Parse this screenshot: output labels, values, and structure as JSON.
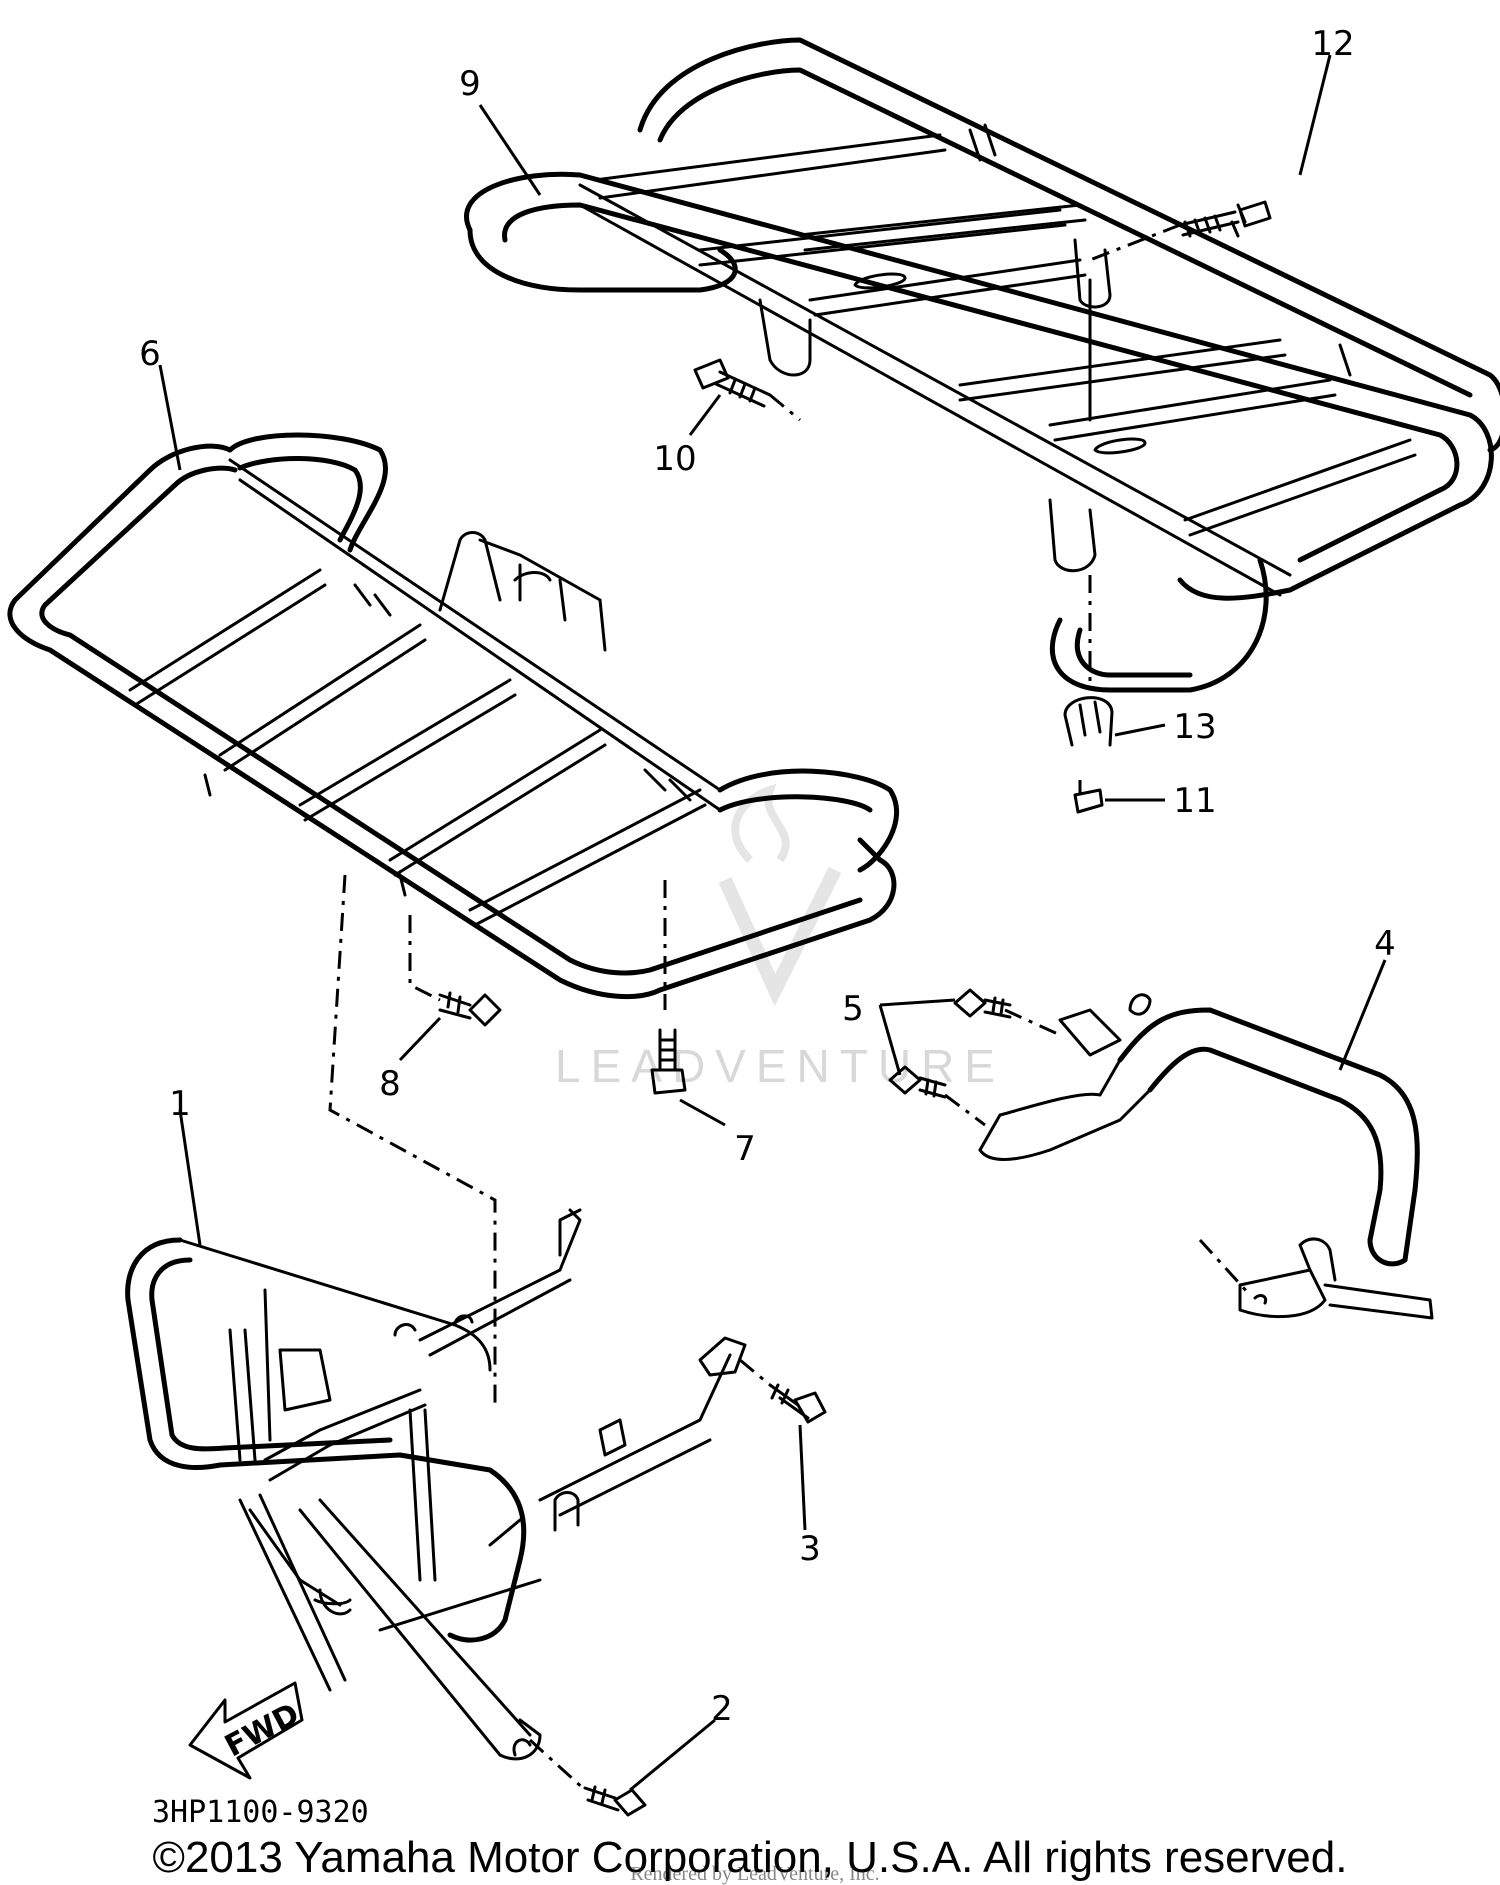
{
  "callouts": {
    "c1": "1",
    "c2": "2",
    "c3": "3",
    "c4": "4",
    "c5": "5",
    "c6": "6",
    "c7": "7",
    "c8": "8",
    "c9": "9",
    "c10": "10",
    "c11": "11",
    "c12": "12",
    "c13": "13"
  },
  "direction_arrow": {
    "label": "FWD"
  },
  "part_code": "3HP1100-9320",
  "watermark": "LEADVENTURE",
  "footer": {
    "copyright": "©2013 Yamaha Motor Corporation, U.S.A. All rights reserved.",
    "rendered_by": "Rendered by LeadVenture, Inc."
  }
}
